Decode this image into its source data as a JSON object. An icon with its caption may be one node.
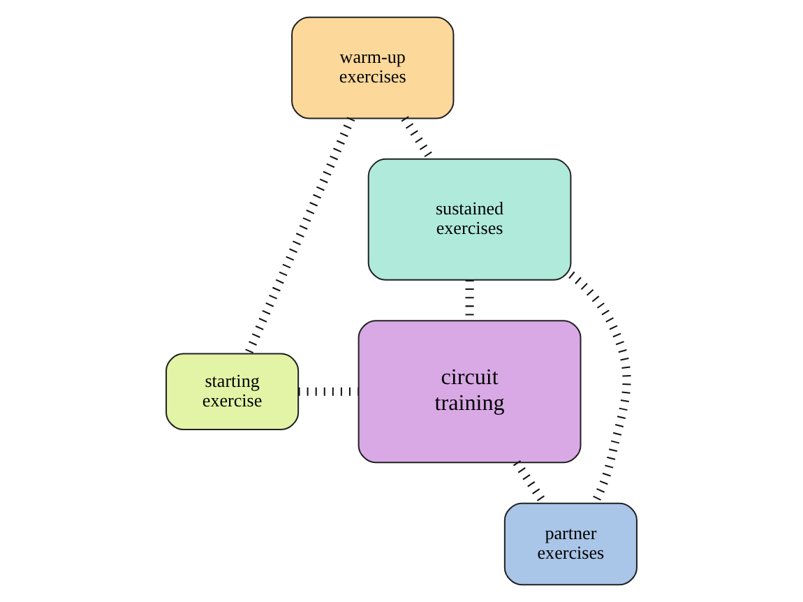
{
  "diagram": {
    "nodes": [
      {
        "text": [
          "warm-up exercises"
        ]
      },
      {
        "text": [
          "starting exercise"
        ]
      },
      {
        "text": [
          "circuit training"
        ]
      },
      {
        "text": [
          "sustained exercises"
        ]
      },
      {
        "text": [
          "partner exercises"
        ]
      }
    ],
    "edges": [
      {
        "from": 0,
        "to": 1,
        "arrow": "none"
      },
      {
        "from": 0,
        "to": 3,
        "arrow": "none"
      },
      {
        "from": 1,
        "to": 2,
        "arrow": "none"
      },
      {
        "from": 3,
        "to": 2,
        "arrow": "none"
      },
      {
        "from": 2,
        "to": 4,
        "arrow": "none"
      },
      {
        "from": 3,
        "to": 4,
        "arrow": "none"
      }
    ]
  }
}
